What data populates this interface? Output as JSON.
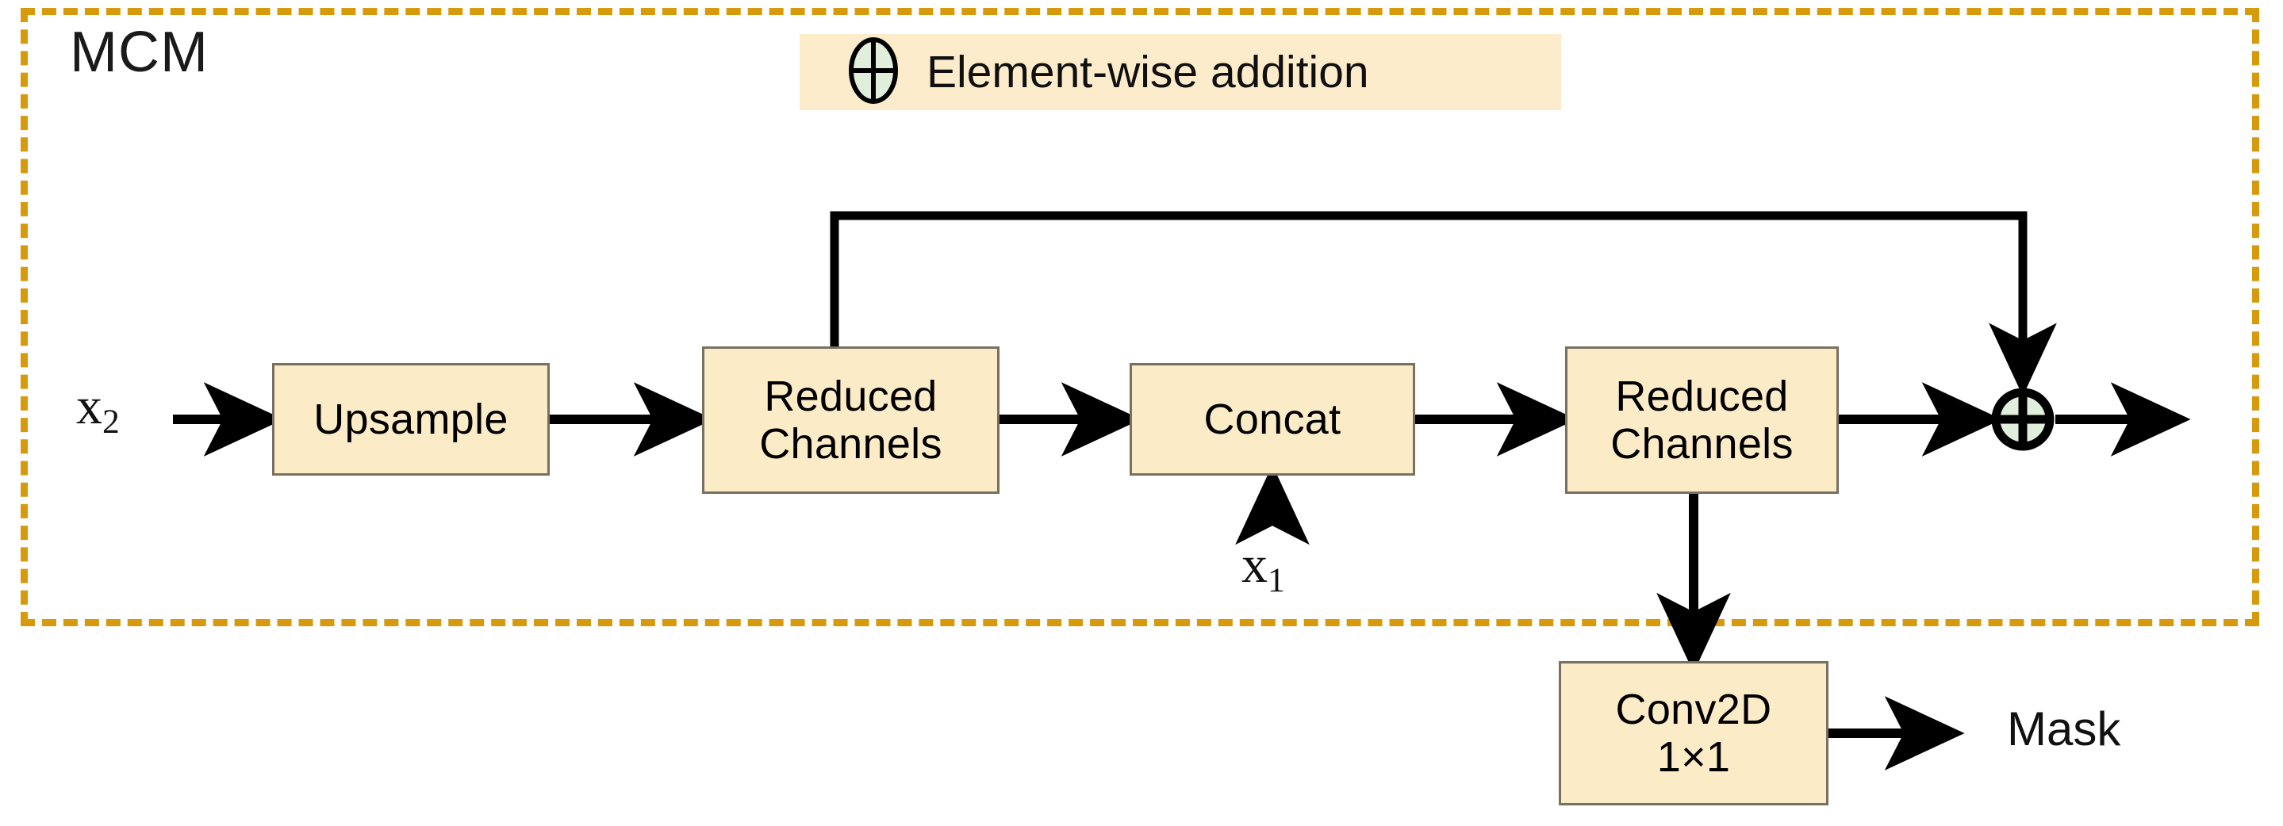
{
  "module": {
    "title": "MCM",
    "border_color": "#D69A0C",
    "border_style": "dashed"
  },
  "legend": {
    "background": "#FCECCB",
    "items": [
      {
        "icon": "circle-plus-icon",
        "label": "Element-wise addition"
      }
    ]
  },
  "palette": {
    "box_fill": "#FCEBC7",
    "box_border": "#787060",
    "add_node_fill": "#E2EEDC",
    "wire_color": "#000000",
    "text_color": "#000000"
  },
  "inputs": [
    {
      "name": "x2",
      "base": "x",
      "sub": "2",
      "target": "Upsample"
    },
    {
      "name": "x1",
      "base": "x",
      "sub": "1",
      "target": "Concat"
    }
  ],
  "outputs": [
    {
      "name": "mask",
      "label": "Mask",
      "source": "Conv2D 1×1"
    }
  ],
  "nodes": [
    {
      "id": "upsample",
      "label_line1": "Upsample",
      "label_line2": ""
    },
    {
      "id": "reduced-1",
      "label_line1": "Reduced",
      "label_line2": "Channels"
    },
    {
      "id": "concat",
      "label_line1": "Concat",
      "label_line2": ""
    },
    {
      "id": "reduced-2",
      "label_line1": "Reduced",
      "label_line2": "Channels"
    },
    {
      "id": "conv2d",
      "label_line1": "Conv2D",
      "label_line2": "1×1"
    },
    {
      "id": "add",
      "label_line1": "⊕",
      "label_line2": ""
    }
  ],
  "edges": [
    {
      "from": "x2",
      "to": "upsample",
      "kind": "arrow"
    },
    {
      "from": "upsample",
      "to": "reduced-1",
      "kind": "arrow"
    },
    {
      "from": "reduced-1",
      "to": "concat",
      "kind": "arrow"
    },
    {
      "from": "x1",
      "to": "concat",
      "kind": "arrow-up"
    },
    {
      "from": "concat",
      "to": "reduced-2",
      "kind": "arrow"
    },
    {
      "from": "reduced-2",
      "to": "add",
      "kind": "arrow"
    },
    {
      "from": "reduced-1",
      "to": "add",
      "kind": "skip-connection"
    },
    {
      "from": "add",
      "to": "output",
      "kind": "arrow"
    },
    {
      "from": "reduced-2",
      "to": "conv2d",
      "kind": "arrow-down"
    },
    {
      "from": "conv2d",
      "to": "mask",
      "kind": "arrow"
    }
  ]
}
